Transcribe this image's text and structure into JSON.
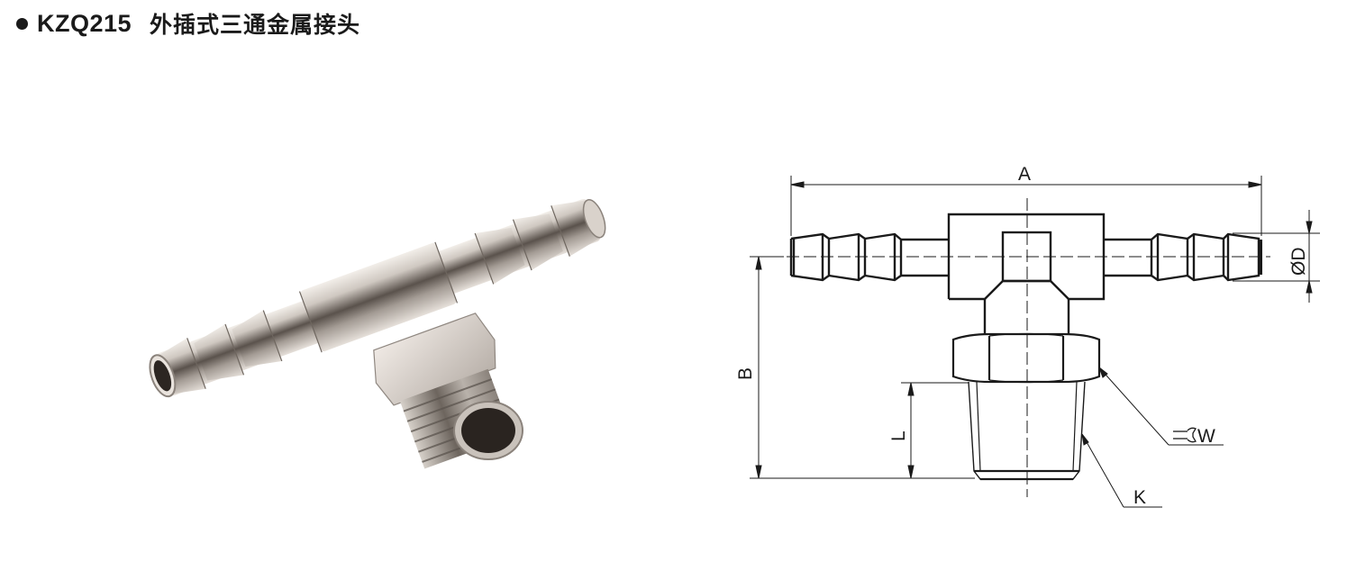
{
  "title": {
    "model": "KZQ215",
    "name": "外插式三通金属接头"
  },
  "photo": {
    "subject": "nickel-plated brass tee hose barb fitting with male thread",
    "colors": {
      "metal_light": "#e8e2dc",
      "metal_mid": "#a9a29b",
      "metal_dark": "#3a3430",
      "highlight": "#f5f1ec"
    }
  },
  "drawing": {
    "line_color": "#1a1a1a",
    "labels": {
      "A": "A",
      "B": "B",
      "L": "L",
      "D": "ØD",
      "W": "W",
      "K": "K"
    },
    "icons": {
      "W": "wrench-icon"
    }
  }
}
